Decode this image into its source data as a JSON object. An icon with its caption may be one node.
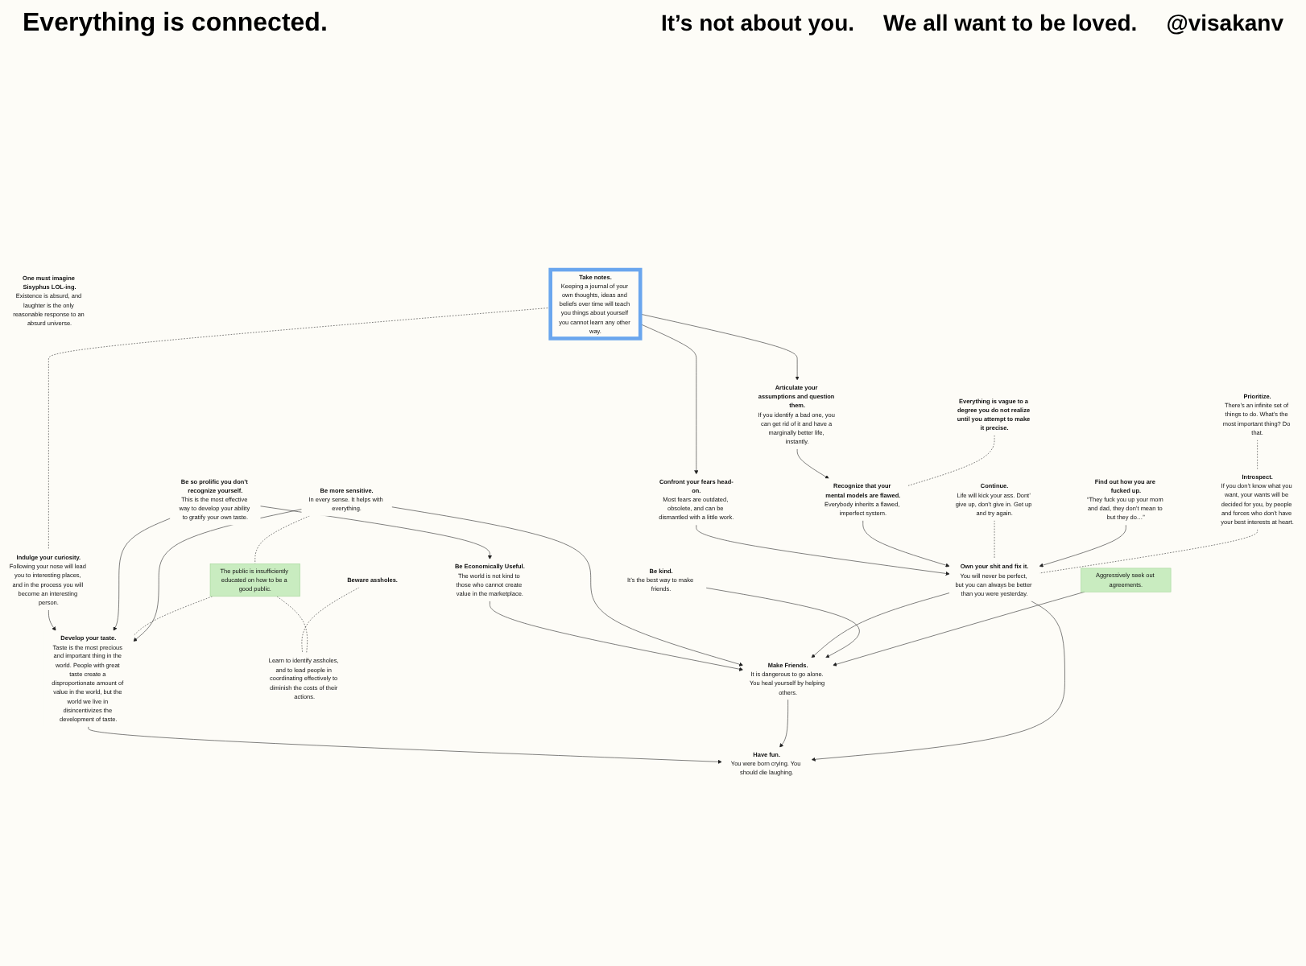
{
  "diagram": {
    "title": "Everything is connected.",
    "nodes": [
      {
        "text": [
          "One must imagine Sisyphus LOL-ing.",
          "Existence is absurd, and laughter is the only reasonable response to an absurd universe."
        ]
      },
      {
        "text": [
          "Prioritize.",
          "There’s an infinite set of things to do. What’s the most important thing? Do that."
        ]
      },
      {
        "text": [
          "Introspect.",
          "If you don’t know what you want, your wants will be decided for you, by people and forces who don’t have your best interests at heart."
        ]
      },
      {
        "text": [
          "Aggressively seek out agreements."
        ]
      },
      {
        "text": [
          "Be kind.",
          "It’s the best way to make friends."
        ]
      },
      {
        "text": [
          "Make Friends.",
          "It is dangerous to go alone. You heal yourself by helping others."
        ]
      },
      {
        "text": [
          "Find out how you are fucked up.",
          "“They fuck you up your mom and dad, they don’t mean to but they do…”"
        ]
      },
      {
        "text": [
          "Be more sensitive.",
          "In every sense. It helps with everything."
        ]
      },
      {
        "text": [
          "Own your shit and fix it.",
          "You will never be perfect, but you can always be better than you were yesterday."
        ]
      },
      {
        "text": [
          "Have fun.",
          "You were born crying. You should die laughing."
        ]
      },
      {
        "text": [
          "Continue.",
          "Life will kick your ass. Dont’ give up, don’t give in. Get up and try again."
        ]
      },
      {
        "text": [
          "The public is insufficiently educated on how to be a good public."
        ]
      },
      {
        "text": [
          "Beware assholes."
        ]
      },
      {
        "text": [
          "Learn to identify assholes, and to lead people in coordinating effectively to diminish the costs of their actions."
        ]
      },
      {
        "text": [
          "Be Economically Useful.",
          "The world is not kind to those who cannot create value in the marketplace."
        ]
      },
      {
        "text": [
          "Develop your taste.",
          "Taste is the most precious and important thing in the world. People with great taste create a disproportionate amount of value in the world, but the world we live in disincentivizes the development of taste."
        ]
      },
      {
        "text": [
          "Recognize that your mental models are flawed.",
          "Everybody inherits a flawed, imperfect system."
        ]
      },
      {
        "text": [
          "Confront your fears head-on.",
          "Most fears are outdated, obsolete, and can be dismantled with a little work."
        ]
      },
      {
        "text": [
          "Indulge your curiosity.",
          "Following your nose will lead you to interesting places, and in the process you will become an interesting person."
        ]
      },
      {
        "text": [
          "Be so prolific you don’t recognize yourself.",
          "This is the most effective way to develop your ability to gratify your own taste."
        ]
      },
      {
        "text": [
          "Everything is vague to a degree you do not realize until you attempt to make it precise."
        ]
      },
      {
        "text": [
          "Articulate your assumptions and question them.",
          "If you identify a bad one, you can get rid of it and have a marginally better life, instantly."
        ]
      },
      {
        "text": [
          "Take notes.",
          "Keeping a journal of your own thoughts, ideas and beliefs over time will teach you things about yourself you cannot learn any other way."
        ]
      }
    ],
    "edges": [
      {
        "from": 1,
        "to": 2,
        "arrow": "none",
        "style": "dashed"
      },
      {
        "from": 2,
        "to": 8,
        "arrow": "none",
        "style": "dashed"
      },
      {
        "from": 3,
        "to": 5,
        "arrow": "to"
      },
      {
        "from": 4,
        "to": 5,
        "arrow": "to"
      },
      {
        "from": 6,
        "to": 8,
        "arrow": "to"
      },
      {
        "from": 10,
        "to": 8,
        "arrow": "none",
        "style": "dashed"
      },
      {
        "from": 8,
        "to": 5,
        "arrow": "to"
      },
      {
        "from": 8,
        "to": 9,
        "arrow": "to"
      },
      {
        "from": 7,
        "to": 5,
        "arrow": "to"
      },
      {
        "from": 5,
        "to": 9,
        "arrow": "to"
      },
      {
        "from": 7,
        "to": 15,
        "arrow": "to"
      },
      {
        "from": 7,
        "to": 11,
        "arrow": "none",
        "style": "dashed"
      },
      {
        "from": 11,
        "to": 15,
        "arrow": "none",
        "style": "dashed"
      },
      {
        "from": 11,
        "to": 13,
        "arrow": "none",
        "style": "dashed"
      },
      {
        "from": 12,
        "to": 13,
        "arrow": "none",
        "style": "dashed"
      },
      {
        "from": 15,
        "to": 9,
        "arrow": "to"
      },
      {
        "from": 14,
        "to": 5,
        "arrow": "to"
      },
      {
        "from": 16,
        "to": 8,
        "arrow": "to"
      },
      {
        "from": 17,
        "to": 8,
        "arrow": "to"
      },
      {
        "from": 19,
        "to": 14,
        "arrow": "to"
      },
      {
        "from": 19,
        "to": 15,
        "arrow": "to"
      },
      {
        "from": 18,
        "to": 15,
        "arrow": "to"
      },
      {
        "from": 20,
        "to": 16,
        "arrow": "none",
        "style": "dashed"
      },
      {
        "from": 21,
        "to": 16,
        "arrow": "to"
      },
      {
        "from": 22,
        "to": 21,
        "arrow": "to"
      },
      {
        "from": 22,
        "to": 17,
        "arrow": "to"
      },
      {
        "from": 22,
        "to": 18,
        "arrow": "none",
        "style": "dashed"
      }
    ],
    "labels": [
      "It’s not about you.",
      "We all want to be loved.",
      "@visakanv"
    ]
  }
}
